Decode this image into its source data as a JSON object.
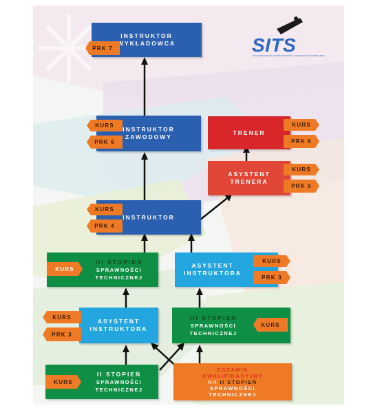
{
  "logo": {
    "text": "SITS",
    "subtitle": "STOWARZYSZENIE INSTRUKTORÓW I TRENERÓW SNOWBOARDU"
  },
  "nodes": {
    "wykladowca": {
      "line1": "INSTRUKTOR",
      "line2": "WYKŁADOWCA",
      "tag1": "PRK 7"
    },
    "zawodowy": {
      "line1": "INSTRUKTOR",
      "line2": "ZAWODOWY",
      "tag1": "KURS",
      "tag2": "PRK 6"
    },
    "trener": {
      "line1": "TRENER",
      "tag1": "KURS",
      "tag2": "PRK 6"
    },
    "asystent_trenera": {
      "line1": "ASYSTENT",
      "line2": "TRENERA",
      "tag1": "KURS",
      "tag2": "PRK 5"
    },
    "instruktor": {
      "line1": "INSTRUKTOR",
      "tag1": "KURS",
      "tag2": "PRK 4"
    },
    "iii_stopien_a": {
      "line1": "III STOPIEŃ",
      "line2": "SPRAWNOŚCI",
      "line3": "TECHNICZNEJ",
      "tag1": "KURS"
    },
    "asystent_instruktora_a": {
      "line1": "ASYSTENT",
      "line2": "INSTRUKTORA",
      "tag1": "KURS",
      "tag2": "PRK 3"
    },
    "asystent_instruktora_b": {
      "line1": "ASYSTENT",
      "line2": "INSTRUKTORA",
      "tag1": "KURS",
      "tag2": "PRK 3"
    },
    "iii_stopien_b": {
      "line1": "III STOPIEŃ",
      "line2": "SPRAWNOŚCI",
      "line3": "TECHNICZNEJ",
      "tag1": "KURS"
    },
    "ii_stopien": {
      "line1": "II STOPIEŃ",
      "line2": "SPRAWNOŚCI",
      "line3": "TECHNICZNEJ",
      "tag1": "KURS"
    },
    "egzamin": {
      "line1": "EGZAMIN",
      "line2": "KWALIFIKACYJNY",
      "line3a": "NA",
      "line3b": "II STOPIEŃ",
      "line4": "SPRAWNOŚCI",
      "line5": "TECHNICZNEJ"
    }
  },
  "colors": {
    "blue": "#2b5fb0",
    "light_blue": "#23a5e0",
    "green": "#0f8f45",
    "red": "#d8262b",
    "orange": "#ef7a25"
  }
}
